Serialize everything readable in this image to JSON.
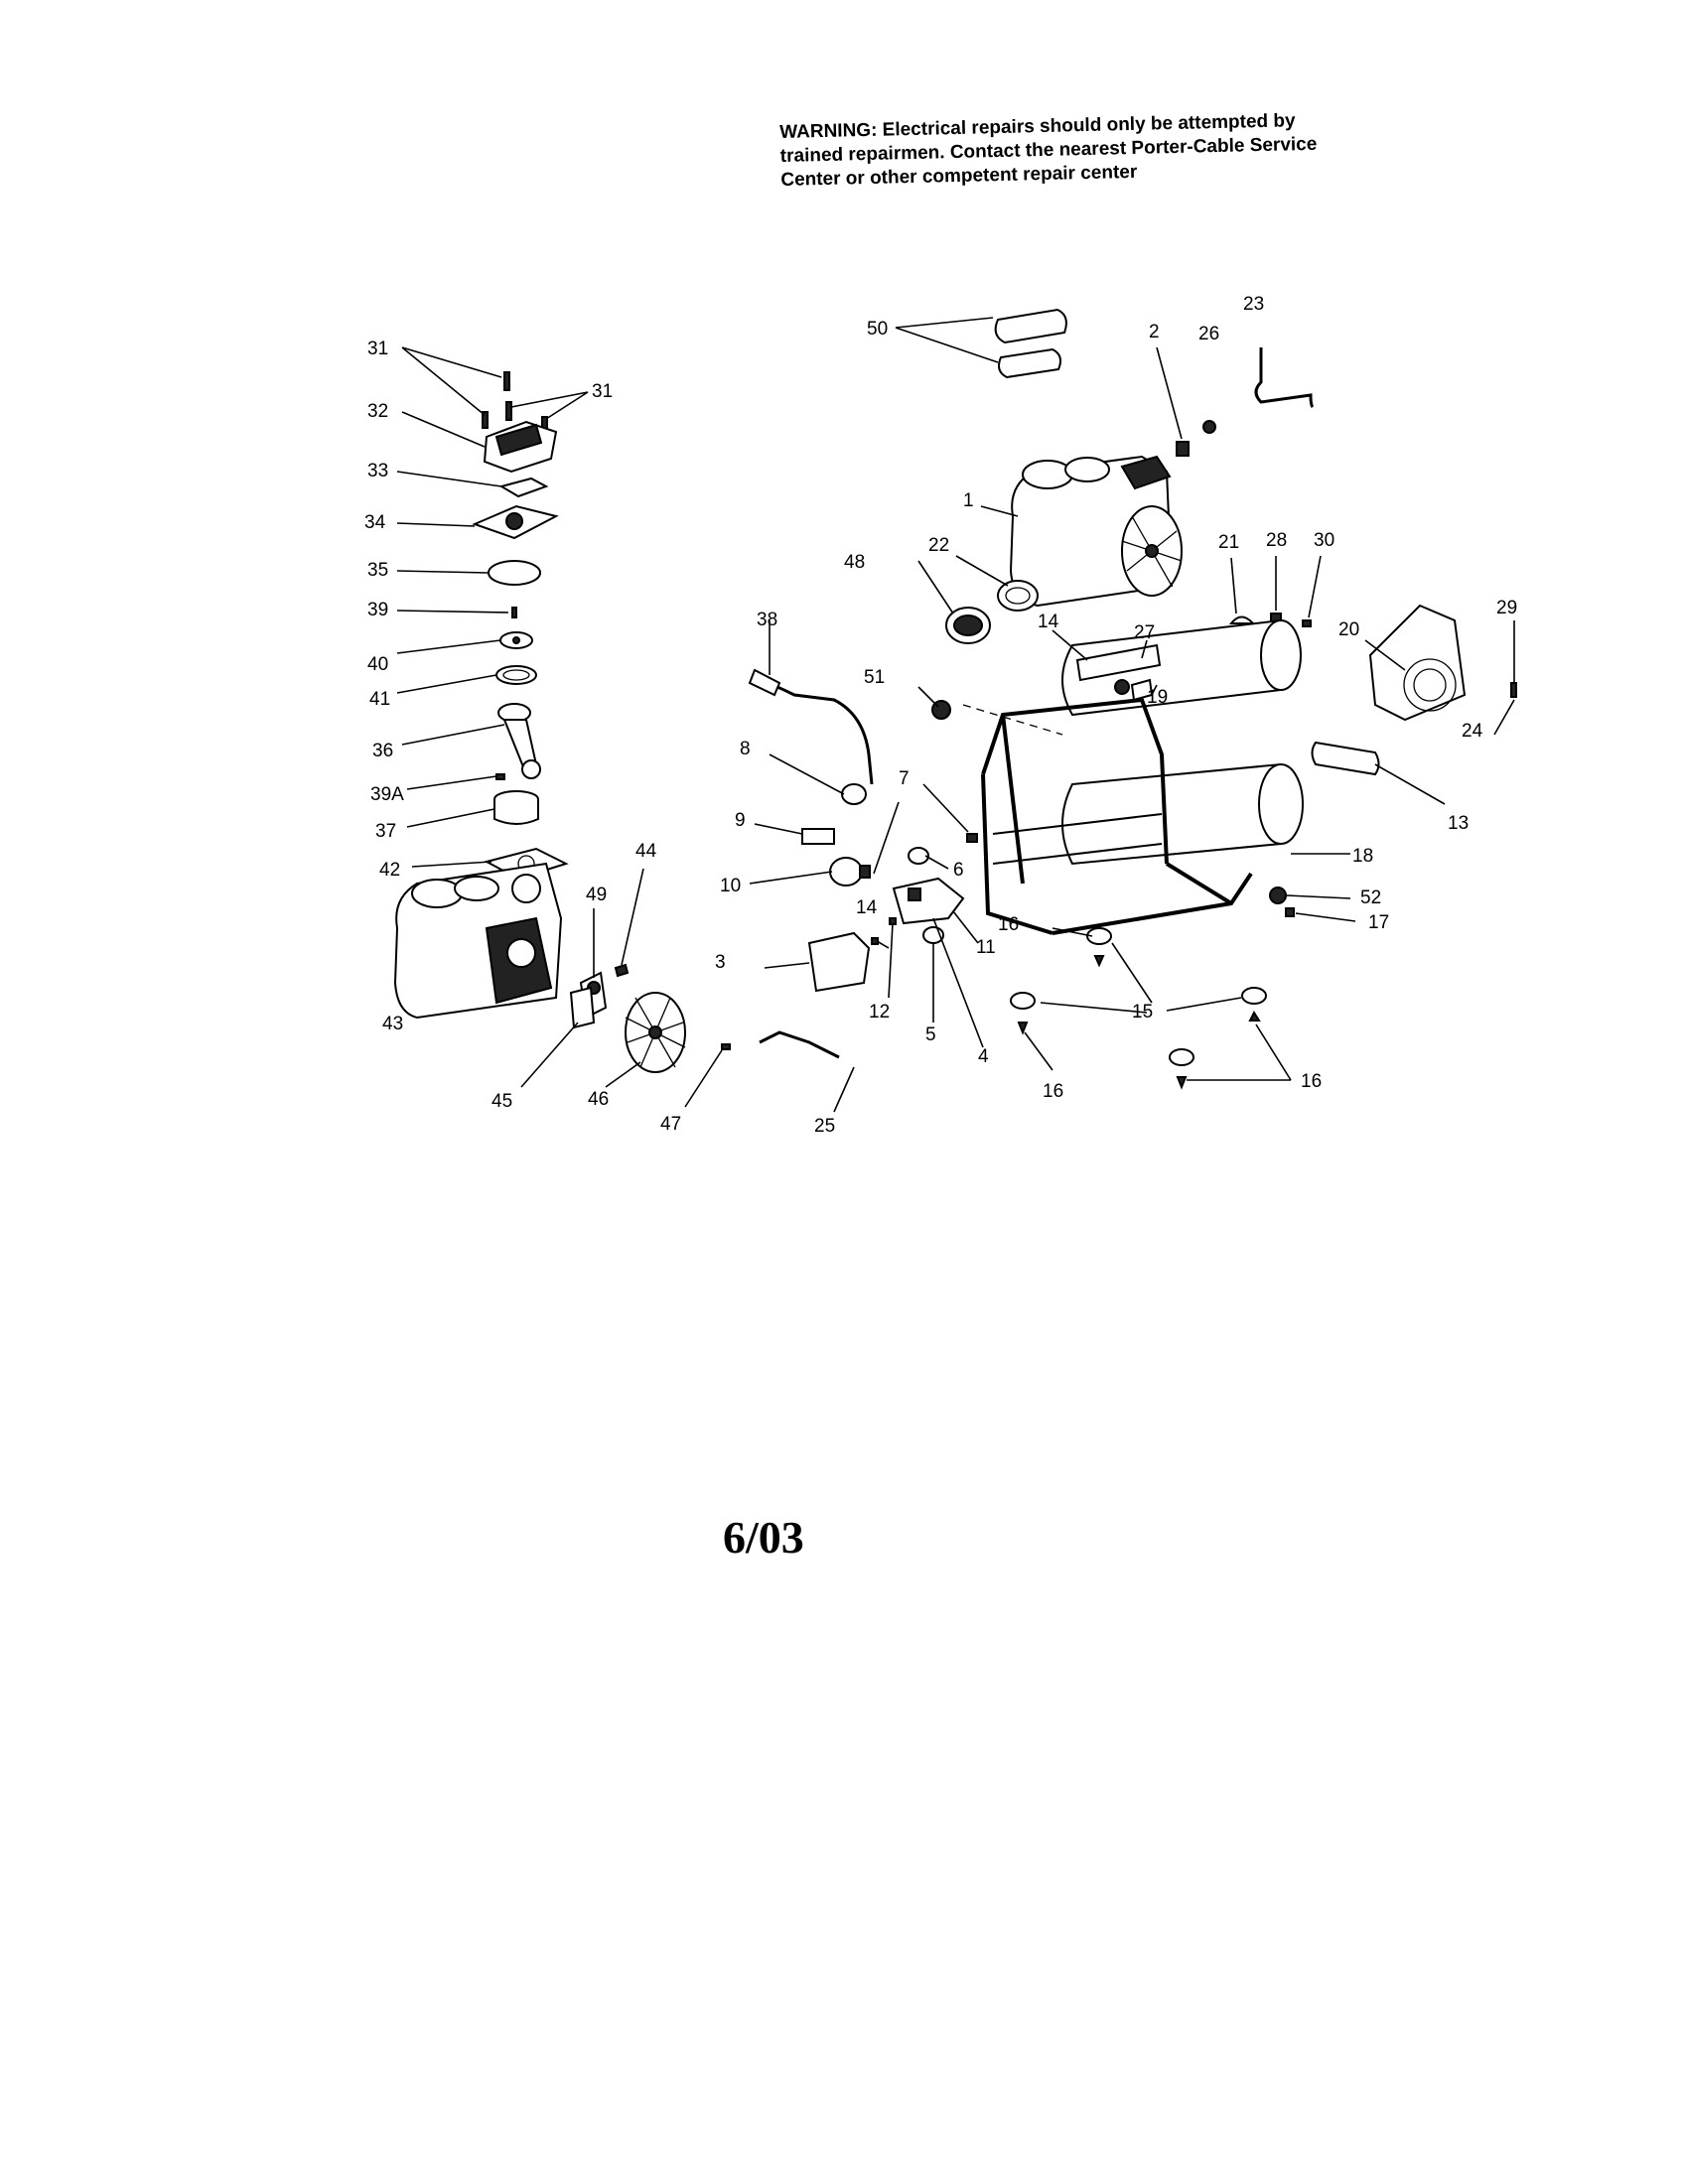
{
  "warning": {
    "line1": "WARNING: Electrical repairs should only be attempted by",
    "line2": "trained repairmen. Contact the nearest Porter-Cable Service",
    "line3": "Center or other competent repair center"
  },
  "date_code": "6/03",
  "callouts": {
    "c1": "1",
    "c2": "2",
    "c3": "3",
    "c4": "4",
    "c5": "5",
    "c6": "6",
    "c7": "7",
    "c8": "8",
    "c9": "9",
    "c10": "10",
    "c11": "11",
    "c12": "12",
    "c13": "13",
    "c14a": "14",
    "c14b": "14",
    "c15": "15",
    "c16a": "16",
    "c16b": "16",
    "c16c": "16",
    "c17": "17",
    "c18": "18",
    "c19": "19",
    "c20": "20",
    "c21": "21",
    "c22": "22",
    "c23": "23",
    "c24": "24",
    "c25": "25",
    "c26": "26",
    "c27": "27",
    "c28": "28",
    "c29": "29",
    "c30": "30",
    "c31a": "31",
    "c31b": "31",
    "c32": "32",
    "c33": "33",
    "c34": "34",
    "c35": "35",
    "c36": "36",
    "c37": "37",
    "c38": "38",
    "c39": "39",
    "c39a": "39A",
    "c40": "40",
    "c41": "41",
    "c42": "42",
    "c43": "43",
    "c44": "44",
    "c45": "45",
    "c46": "46",
    "c47": "47",
    "c48": "48",
    "c49": "49",
    "c50": "50",
    "c51": "51",
    "c52": "52"
  }
}
